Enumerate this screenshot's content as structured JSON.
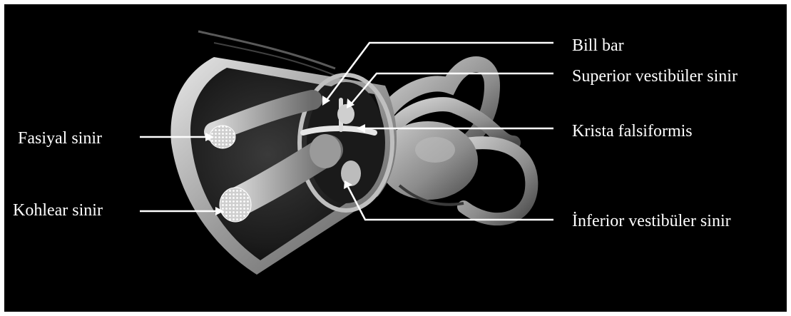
{
  "labels": {
    "fasiyal": "Fasiyal sinir",
    "kohlear": "Kohlear sinir",
    "bill_bar": "Bill bar",
    "superior": "Superior vestibüler sinir",
    "krista": "Krista falsiformis",
    "inferior": "İnferior vestibüler sinir"
  },
  "colors": {
    "background": "#000000",
    "border": "#ffffff",
    "label_text": "#ffffff",
    "pointer": "#ffffff"
  }
}
